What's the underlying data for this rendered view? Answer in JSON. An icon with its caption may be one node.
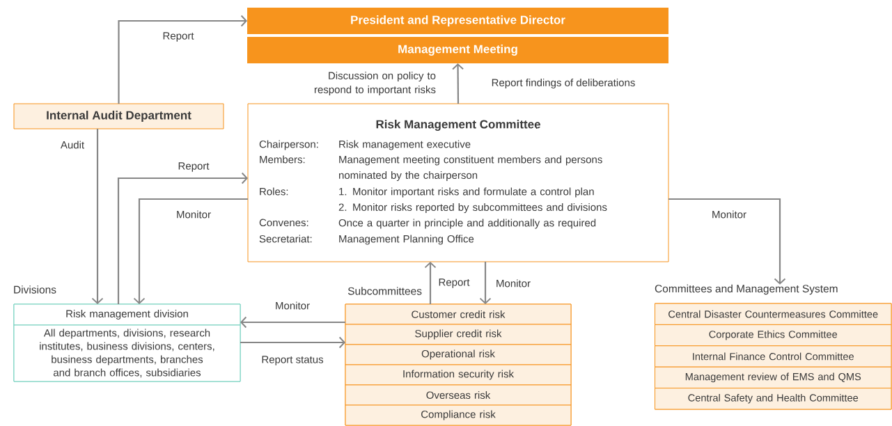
{
  "diagram": {
    "nodes": [
      {
        "text": [
          "President and Representative Director"
        ]
      },
      {
        "text": [
          "Management Meeting"
        ]
      },
      {
        "text": [
          "Internal Audit Department"
        ]
      },
      {
        "text": [
          "Risk Management Committee",
          "Chairperson:",
          "Risk management executive",
          "Members:",
          "Management meeting constituent members and persons nominated by the chairperson",
          "Roles:",
          "1. Monitor important risks and formulate a control plan",
          "2. Monitor risks reported by subcommittees and divisions",
          "Convenes:",
          "Once a quarter in principle and additionally as required",
          "Secretariat:",
          "Management Planning Office"
        ]
      },
      {
        "text": [
          "Divisions"
        ]
      },
      {
        "text": [
          "Risk management division"
        ],
        "in": 4
      },
      {
        "text": [
          "All departments, divisions, research institutes, business divisions, centers, business departments, branches and branch offices, subsidiaries"
        ],
        "in": 4
      },
      {
        "text": [
          "Subcommittees"
        ]
      },
      {
        "text": [
          "Customer credit risk"
        ],
        "in": 7
      },
      {
        "text": [
          "Supplier credit risk"
        ],
        "in": 7
      },
      {
        "text": [
          "Operational risk"
        ],
        "in": 7
      },
      {
        "text": [
          "Information security risk"
        ],
        "in": 7
      },
      {
        "text": [
          "Overseas risk"
        ],
        "in": 7
      },
      {
        "text": [
          "Compliance risk"
        ],
        "in": 7
      },
      {
        "text": [
          "Committees and Management System"
        ]
      },
      {
        "text": [
          "Central Disaster Countermeasures Committee"
        ],
        "in": 14
      },
      {
        "text": [
          "Corporate Ethics Committee"
        ],
        "in": 14
      },
      {
        "text": [
          "Internal Finance Control Committee"
        ],
        "in": 14
      },
      {
        "text": [
          "Management review of EMS and QMS"
        ],
        "in": 14
      },
      {
        "text": [
          "Central Safety and Health Committee"
        ],
        "in": 14
      }
    ],
    "edges": [
      {
        "from": 2,
        "to": 0,
        "arrow": "to",
        "label": "Report"
      },
      {
        "from": 3,
        "to": 1,
        "arrow": "to",
        "label": "Report findings of deliberations"
      },
      {
        "from": 2,
        "to": 5,
        "arrow": "to",
        "label": "Audit"
      },
      {
        "from": 5,
        "to": 3,
        "arrow": "to",
        "label": "Report"
      },
      {
        "from": 3,
        "to": 5,
        "arrow": "to",
        "label": "Monitor"
      },
      {
        "from": 3,
        "to": 14,
        "arrow": "to",
        "label": "Monitor"
      },
      {
        "from": 7,
        "to": 3,
        "arrow": "to",
        "label": "Report"
      },
      {
        "from": 3,
        "to": 7,
        "arrow": "to",
        "label": "Monitor"
      },
      {
        "from": 7,
        "to": 4,
        "arrow": "to",
        "label": "Monitor"
      },
      {
        "from": 4,
        "to": 7,
        "arrow": "to",
        "label": "Report status"
      }
    ],
    "labels": [
      "Discussion on policy to respond to important risks"
    ]
  }
}
